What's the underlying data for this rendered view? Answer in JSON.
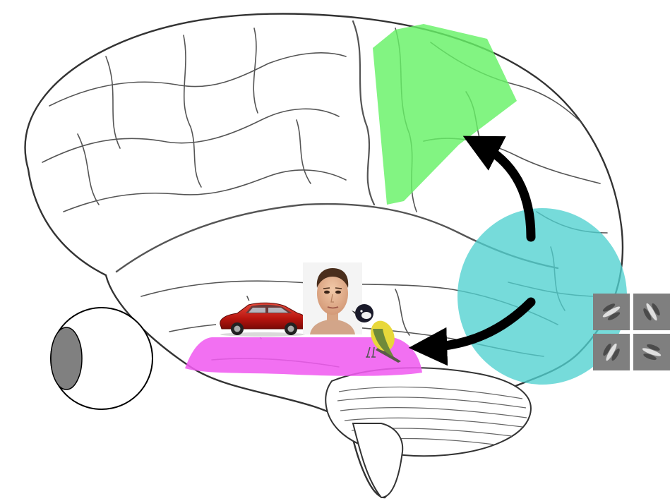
{
  "colors": {
    "background": "#ffffff",
    "outline": "#333333",
    "sulci": "#555555",
    "frontal_region": "#66f266",
    "occipital_region": "#4fd1d0",
    "temporal_region": "#f05cf0",
    "arrow": "#000000",
    "eye_outline": "#000000",
    "eye_lens": "#808080",
    "gabor_background": "#7f7f7f"
  },
  "icons": {
    "brain": "brain-sketch",
    "eye": "eye-icon",
    "car": "car-icon",
    "face": "face-icon",
    "bird": "bird-icon",
    "gabor_patches": "gabor-patch-icon"
  },
  "gabor_orientations_deg": [
    -30,
    60,
    120,
    20
  ]
}
